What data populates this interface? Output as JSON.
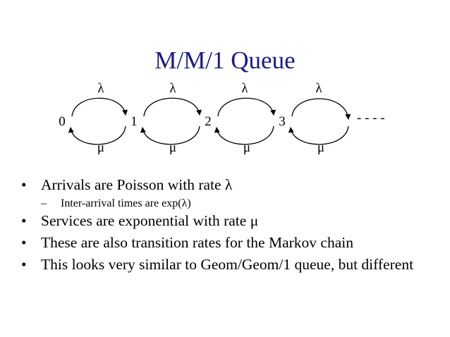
{
  "title": "M/M/1 Queue",
  "diagram": {
    "states": [
      "0",
      "1",
      "2",
      "3"
    ],
    "arrival_label": "λ",
    "service_label": "μ",
    "continuation": "- - - -"
  },
  "bullets": [
    {
      "level": 1,
      "marker": "•",
      "text": "Arrivals are Poisson with rate λ"
    },
    {
      "level": 2,
      "marker": "–",
      "text": "Inter-arrival times are exp(λ)"
    },
    {
      "level": 1,
      "marker": "•",
      "text": "Services are exponential with rate μ"
    },
    {
      "level": 1,
      "marker": "•",
      "text": "These are also transition rates for the Markov chain"
    },
    {
      "level": 1,
      "marker": "•",
      "text": "This looks very similar to Geom/Geom/1 queue, but different"
    }
  ],
  "colors": {
    "title": "#1a1a8c",
    "text": "#000000"
  }
}
